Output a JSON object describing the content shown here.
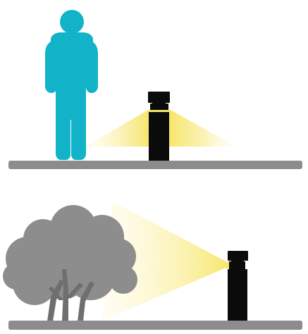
{
  "colors": {
    "background": "#ffffff",
    "ground": "#8c8c8c",
    "person": "#12b3c8",
    "bollard": "#0b0b0b",
    "light": "#f6e66a",
    "light_fade": "#fff7c2",
    "foliage": "#8d8d8d",
    "trunk": "#6f6f6f"
  },
  "icons": {
    "person": "person-icon",
    "bollard_light": "bollard-light-icon",
    "tree": "tree-icon",
    "ground": "ground-line"
  },
  "scenes": [
    {
      "name": "person-scene",
      "elements": [
        "person-icon",
        "bollard-light-icon",
        "light-beam",
        "ground-line"
      ]
    },
    {
      "name": "tree-scene",
      "elements": [
        "tree-icon",
        "bollard-light-icon",
        "light-beam",
        "ground-line"
      ]
    }
  ]
}
